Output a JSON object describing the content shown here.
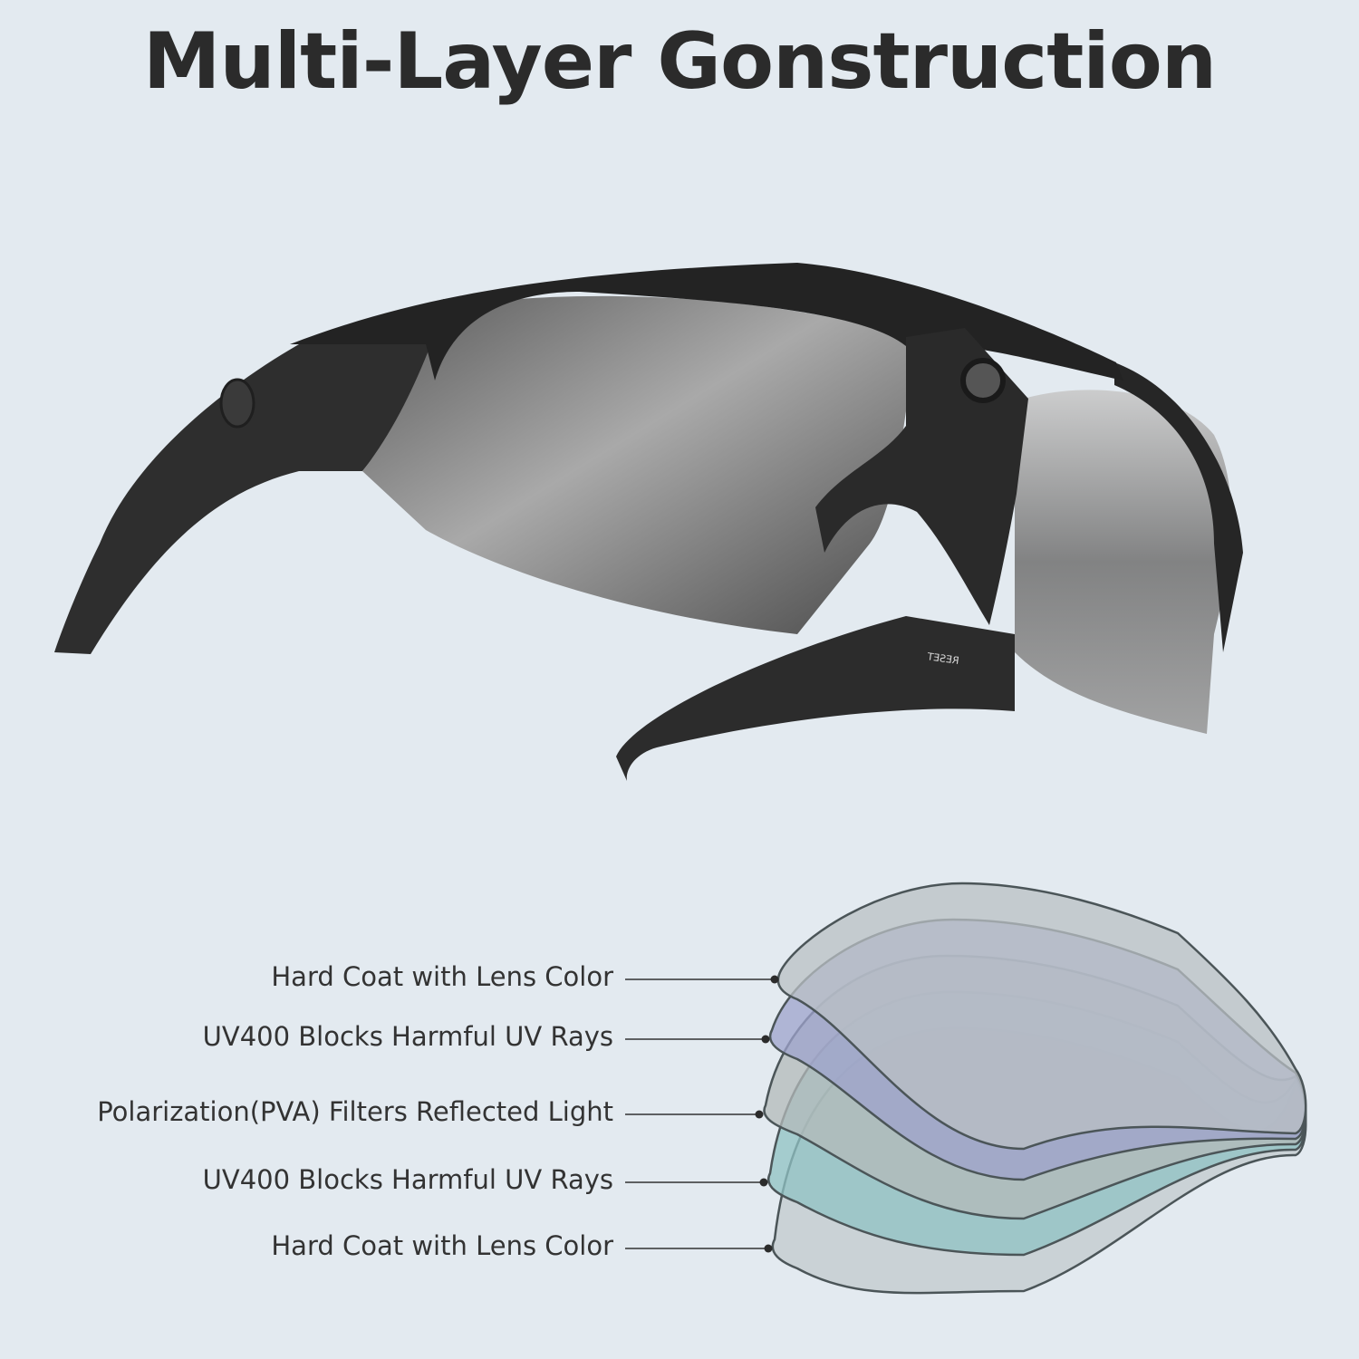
{
  "title": "Multi-Layer Gonstruction",
  "product": {
    "temple_marking": "RESET"
  },
  "layers": [
    {
      "label": "Hard Coat with Lens Color",
      "color": "#b9c0c4"
    },
    {
      "label": "UV400 Blocks Harmful UV Rays",
      "color": "#9ea3cc"
    },
    {
      "label": "Polarization(PVA) Filters Reflected Light",
      "color": "#b3b9ba"
    },
    {
      "label": "UV400 Blocks Harmful UV Rays",
      "color": "#8fc1c3"
    },
    {
      "label": "Hard Coat with Lens Color",
      "color": "#c2c9cd"
    }
  ]
}
